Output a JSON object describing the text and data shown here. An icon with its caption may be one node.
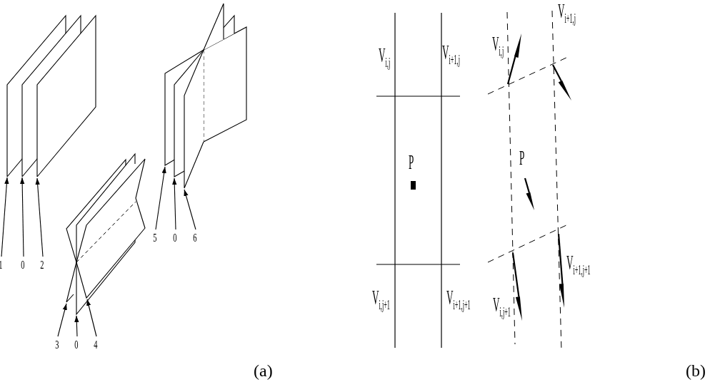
{
  "diagram": {
    "nodes": [
      {
        "text": [
          "1"
        ]
      },
      {
        "text": [
          "0"
        ]
      },
      {
        "text": [
          "2"
        ]
      },
      {
        "text": [
          "3"
        ]
      },
      {
        "text": [
          "0"
        ]
      },
      {
        "text": [
          "4"
        ]
      },
      {
        "text": [
          "5"
        ]
      },
      {
        "text": [
          "0"
        ]
      },
      {
        "text": [
          "6"
        ]
      },
      {
        "text": [],
        "shape": "box"
      },
      {
        "text": [],
        "shape": "box"
      },
      {
        "text": [],
        "shape": "box"
      },
      {
        "text": [],
        "shape": "box"
      },
      {
        "text": [],
        "shape": "box"
      },
      {
        "text": [],
        "shape": "box"
      },
      {
        "text": [],
        "shape": "box"
      },
      {
        "text": [],
        "shape": "box"
      },
      {
        "text": [],
        "shape": "box"
      }
    ],
    "edges": [
      {
        "from": 0,
        "to": 9,
        "arrow": "to"
      },
      {
        "from": 1,
        "to": 10,
        "arrow": "to"
      },
      {
        "from": 2,
        "to": 11,
        "arrow": "to"
      },
      {
        "from": 3,
        "to": 12,
        "arrow": "to"
      },
      {
        "from": 4,
        "to": 13,
        "arrow": "to"
      },
      {
        "from": 5,
        "to": 14,
        "arrow": "to"
      },
      {
        "from": 6,
        "to": 15,
        "arrow": "to"
      },
      {
        "from": 7,
        "to": 16,
        "arrow": "to"
      },
      {
        "from": 8,
        "to": 17,
        "arrow": "to"
      }
    ],
    "labels": [
      "V$_{i,j}$",
      "V$_{i+1,j}$",
      "P",
      "V$_{i,j+1}$",
      "V$_{i+1,j+1}$",
      "V$_{i+1,j}$",
      "V$_{i,j}$",
      "P",
      "V$_{i+1,j+1}$",
      "V$_{i,j+1}$",
      "(a)",
      "(b)"
    ]
  }
}
